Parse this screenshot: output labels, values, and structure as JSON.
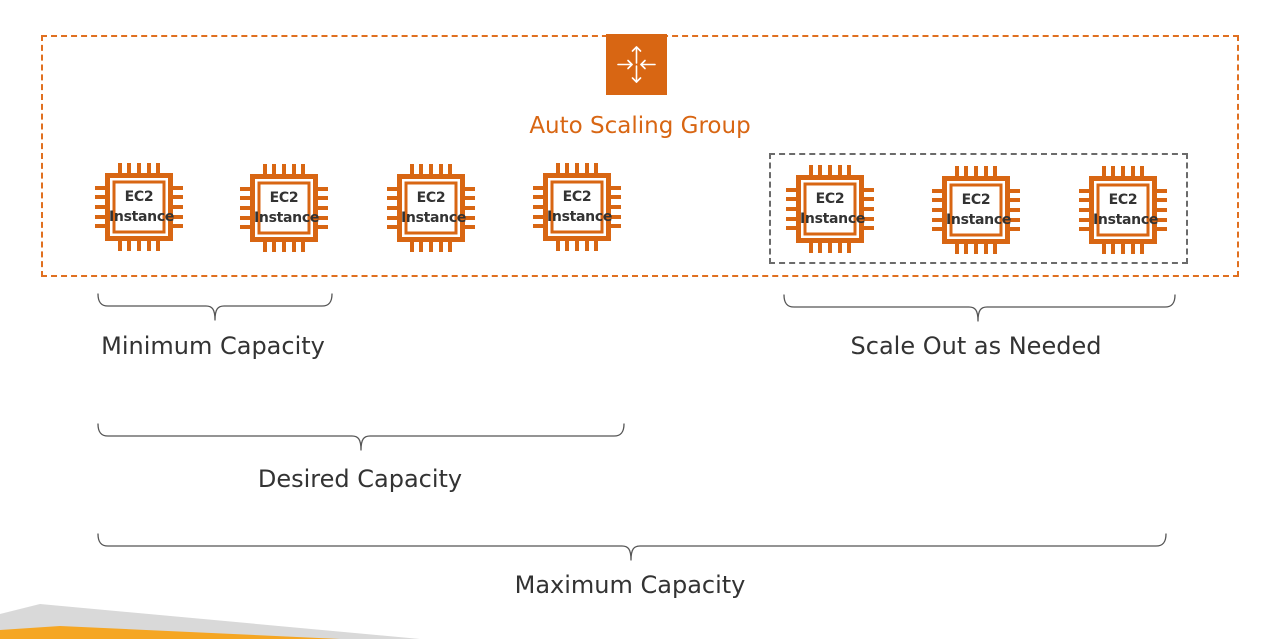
{
  "diagram": {
    "group_label": "Auto Scaling Group",
    "group_icon": "auto-scaling-icon",
    "instances": [
      {
        "line1": "EC2",
        "line2": "Instance"
      },
      {
        "line1": "EC2",
        "line2": "Instance"
      },
      {
        "line1": "EC2",
        "line2": "Instance"
      },
      {
        "line1": "EC2",
        "line2": "Instance"
      },
      {
        "line1": "EC2",
        "line2": "Instance"
      },
      {
        "line1": "EC2",
        "line2": "Instance"
      },
      {
        "line1": "EC2",
        "line2": "Instance"
      }
    ],
    "capacity_labels": {
      "minimum": "Minimum Capacity",
      "scale_out": "Scale Out as Needed",
      "desired": "Desired Capacity",
      "maximum": "Maximum Capacity"
    },
    "colors": {
      "accent": "#D86613",
      "dashed_group": "#E07020",
      "dashed_scale": "#6b6b6b",
      "text": "#333333",
      "bracket": "#555555"
    }
  }
}
